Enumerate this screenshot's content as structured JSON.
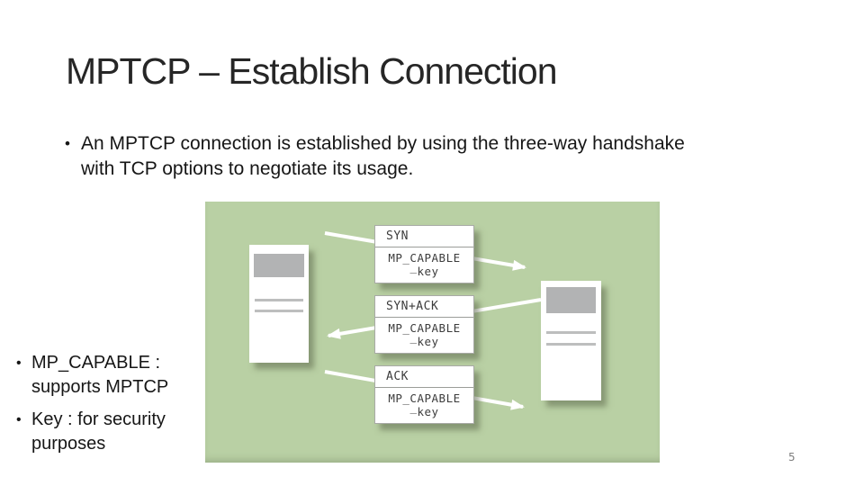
{
  "slide": {
    "title": "MPTCP – Establish Connection",
    "page_number": "5",
    "bullet_marker": "•",
    "bullets_main": [
      "An MPTCP connection is established by using the three-way handshake with TCP options to negotiate its usage."
    ],
    "bullets_side": [
      {
        "line1": "MP_CAPABLE :",
        "line2": "supports MPTCP"
      },
      {
        "line1": "Key : for security",
        "line2": "purposes"
      }
    ]
  },
  "diagram": {
    "panel_color": "#b9d0a4",
    "arrow_color": "#ffffff",
    "hosts": [
      {
        "role": "client-host"
      },
      {
        "role": "server-host"
      }
    ],
    "messages": [
      {
        "label": "SYN",
        "option": "MP_CAPABLE",
        "option_sub_prefix": "_",
        "option_sub": "key",
        "direction": "left-to-right"
      },
      {
        "label": "SYN+ACK",
        "option": "MP_CAPABLE",
        "option_sub_prefix": "_",
        "option_sub": "key",
        "direction": "right-to-left"
      },
      {
        "label": "ACK",
        "option": "MP_CAPABLE",
        "option_sub_prefix": "_",
        "option_sub": "key",
        "direction": "left-to-right"
      }
    ]
  }
}
